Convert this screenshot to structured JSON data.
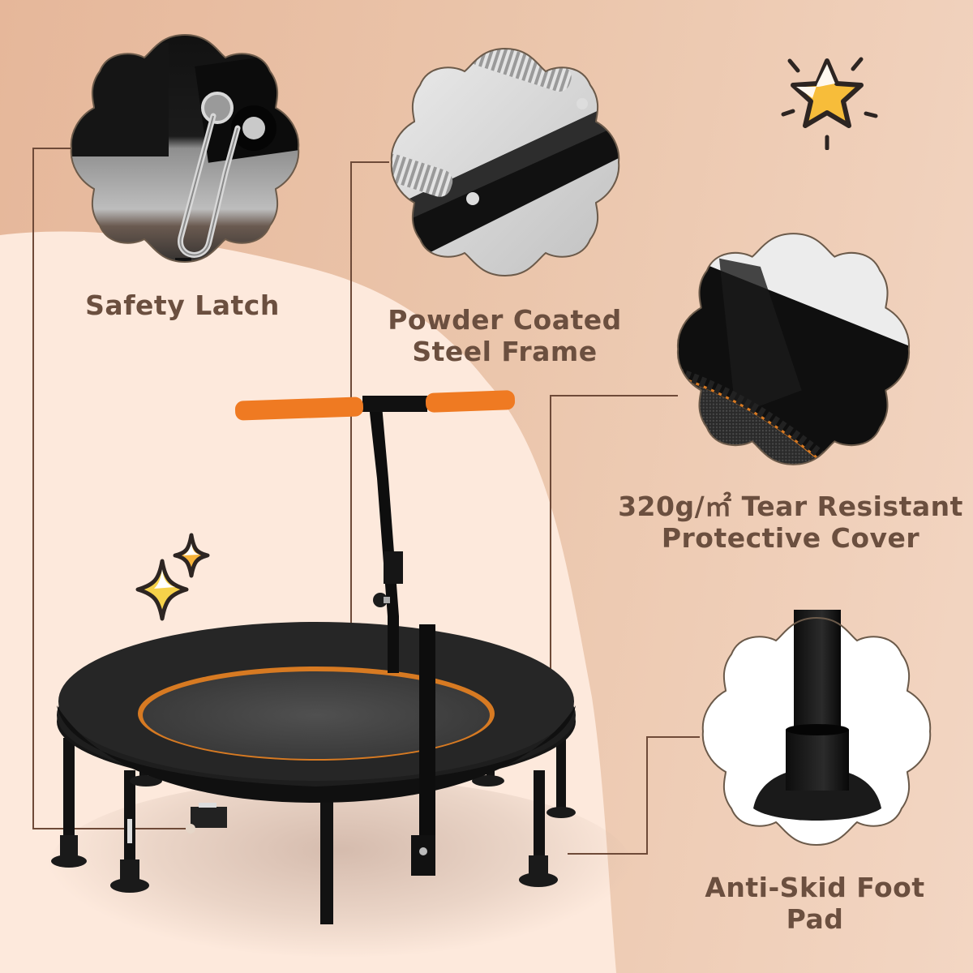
{
  "features": [
    {
      "id": "safety-latch",
      "label": "Safety Latch"
    },
    {
      "id": "powder-coated-frame",
      "label_line1": "Powder Coated",
      "label_line2": "Steel Frame"
    },
    {
      "id": "protective-cover",
      "label_line1": "320g/㎡ Tear Resistant",
      "label_line2": "Protective Cover"
    },
    {
      "id": "anti-skid-foot-pad",
      "label": "Anti-Skid Foot Pad"
    }
  ],
  "product": {
    "name": "Foldable mini trampoline with T-handle",
    "handle_color": "#ef7a22",
    "frame_color": "#1a1a1a",
    "mat_color": "#3a3a3a",
    "trim_color": "#e07a22"
  },
  "colors": {
    "background_tan": "#e2b496",
    "background_cream": "#fde9dc",
    "text_brown": "#6b4f3f",
    "line_brown": "#6e4a38",
    "star_yellow": "#f7bd3a"
  },
  "decorations": [
    "star-icon",
    "sparkle-icon"
  ]
}
